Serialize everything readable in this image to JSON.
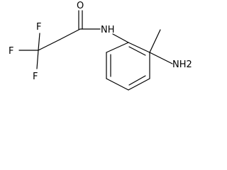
{
  "molecule": {
    "atoms": {
      "o": "O",
      "nh": "NH",
      "nh2": "NH2",
      "f1": "F",
      "f2": "F",
      "f3": "F"
    }
  },
  "colors": {
    "bond": "#000000",
    "label": "#000000",
    "background": "#ffffff"
  }
}
